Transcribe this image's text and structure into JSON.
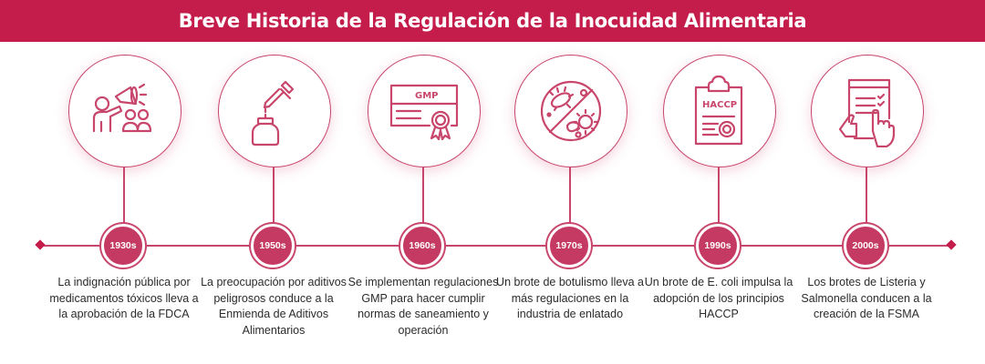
{
  "header": {
    "title": "Breve Historia de la Regulación de la Inocuidad Alimentaria"
  },
  "colors": {
    "accent": "#c41c4b",
    "line": "#c8456b",
    "year_fill": "#c53a62",
    "text": "#2b2b2b"
  },
  "timeline": [
    {
      "year": "1930s",
      "icon": "megaphone-people-icon",
      "description": "La indignación pública por medicamentos tóxicos lleva a la aprobación de la FDCA"
    },
    {
      "year": "1950s",
      "icon": "dropper-jar-icon",
      "description": "La preocupación por aditivos peligrosos conduce a la Enmienda de Aditivos Alimentarios"
    },
    {
      "year": "1960s",
      "icon": "gmp-certificate-icon",
      "icon_text": "GMP",
      "description": "Se implementan regulaciones GMP para hacer cumplir normas de saneamiento y operación"
    },
    {
      "year": "1970s",
      "icon": "no-bacteria-icon",
      "description": "Un brote de botulismo lleva a más regulaciones en la industria de enlatado"
    },
    {
      "year": "1990s",
      "icon": "haccp-clipboard-icon",
      "icon_text": "HACCP",
      "description": "Un brote de E. coli impulsa la adopción de los principios HACCP"
    },
    {
      "year": "2000s",
      "icon": "tablet-checklist-icon",
      "description": "Los brotes de Listeria y Salmonella conducen a la creación de la FSMA"
    }
  ]
}
